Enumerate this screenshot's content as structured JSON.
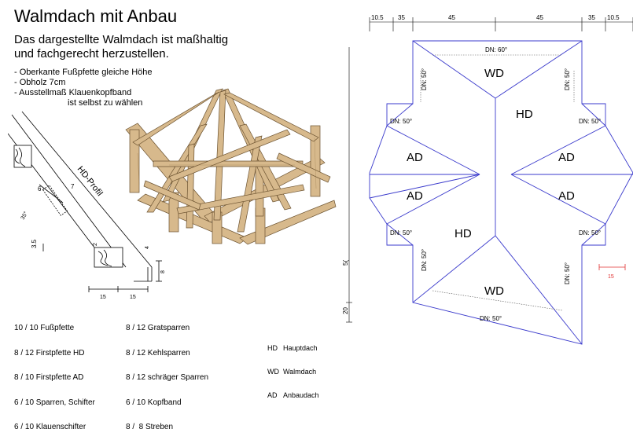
{
  "title": "Walmdach mit Anbau",
  "subtitle_lines": [
    "Das dargestellte Walmdach ist maßhaltig",
    "und fachgerecht herzustellen."
  ],
  "requirements": [
    "- Oberkante Fußpfette gleiche Höhe",
    "- Obholz 7cm",
    "- Ausstellmaß Klauenkopfband",
    "ist selbst zu wählen"
  ],
  "profile_detail": {
    "label": "HD-Profil",
    "dims": [
      "6",
      "7",
      "35°",
      "3.5",
      "2",
      "4",
      "8",
      "15",
      "15"
    ]
  },
  "materials_left": [
    "10 / 10 Fußpfette",
    "8 / 12 Firstpfette HD",
    "8 / 10 Firstpfette AD",
    "6 / 10 Sparren, Schifter",
    "6 / 10 Klauenschifter"
  ],
  "materials_right": [
    "8 / 12 Gratsparren",
    "8 / 12 Kehlsparren",
    "8 / 12 schräger Sparren",
    "6 / 10 Kopfband",
    "8 /  8 Streben"
  ],
  "legend": [
    {
      "abbr": "HD",
      "text": "Hauptdach"
    },
    {
      "abbr": "WD",
      "text": "Walmdach"
    },
    {
      "abbr": "AD",
      "text": "Anbaudach"
    }
  ],
  "plan": {
    "top_dims": [
      "10.5",
      "35",
      "45",
      "45",
      "35",
      "10.5"
    ],
    "left_dims": [
      "5(",
      "20"
    ],
    "red_dim": "15",
    "labels": {
      "wd": "WD",
      "hd": "HD",
      "ad": "AD"
    },
    "slopes": {
      "top_ridge": "DN: 60°",
      "top_left": "DN: 50°",
      "top_right": "DN: 50°",
      "ad_top_left": "DN: 50°",
      "ad_top_right": "DN: 50°",
      "ad_bottom_left": "DN: 50°",
      "ad_bottom_right": "DN: 50°",
      "lower_left": "DN: 50°",
      "lower_right": "DN: 50°",
      "bottom": "DN: 50°"
    }
  },
  "colors": {
    "plan_lines": "#3a3acc",
    "red_dim": "#e03030",
    "wood": "#d7b98c",
    "wood_dark": "#8a6a3e"
  }
}
